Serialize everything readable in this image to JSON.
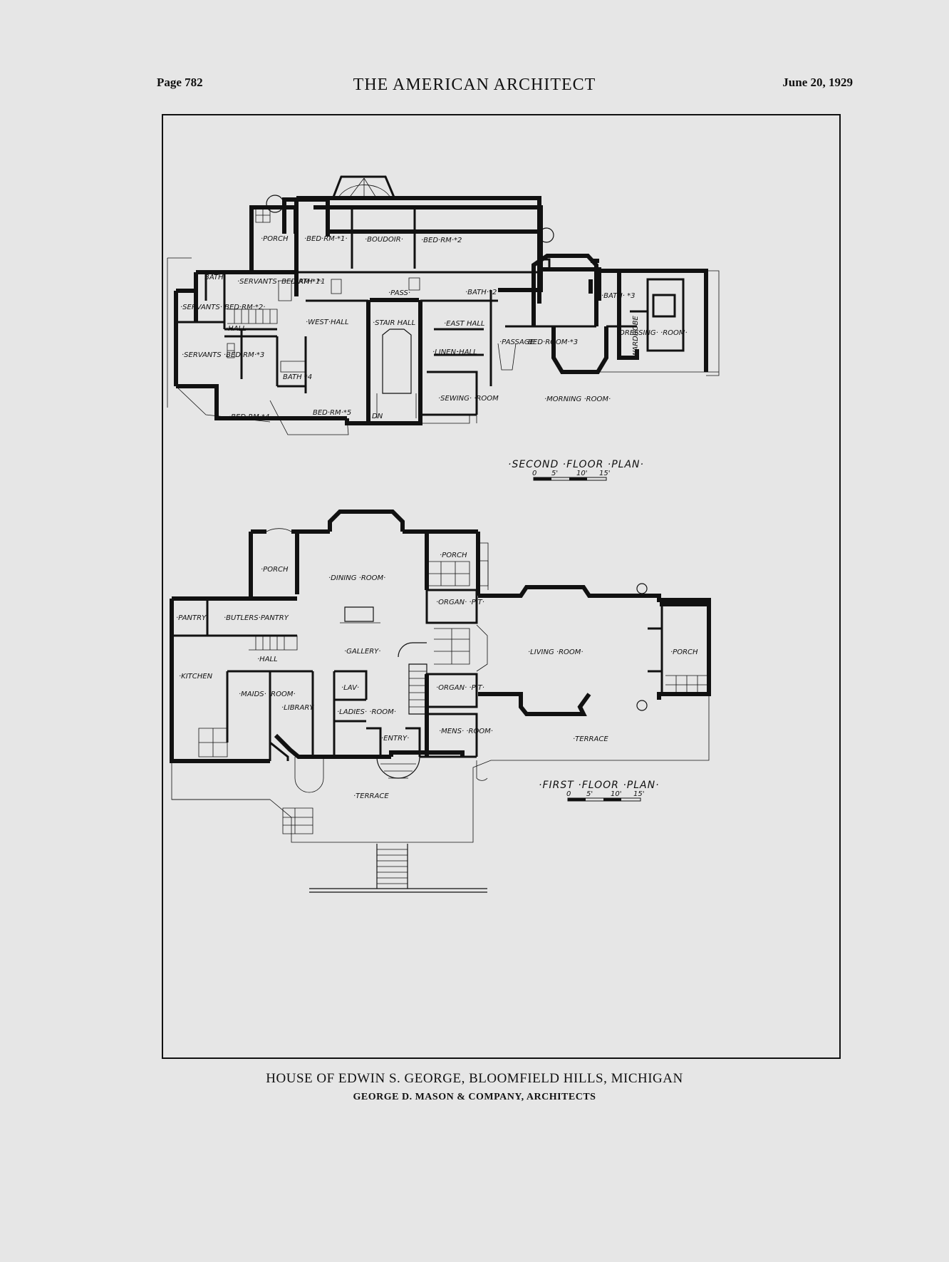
{
  "header": {
    "page": "Page 782",
    "journal": "THE AMERICAN ARCHITECT",
    "date": "June 20, 1929"
  },
  "plans": {
    "second_floor": {
      "title": "·SECOND ·FLOOR ·PLAN·",
      "scale": [
        "0",
        "5'",
        "10'",
        "15'"
      ],
      "rooms": {
        "porch": "·PORCH",
        "bed1": "·BED·RM·*1·",
        "boudoir": "·BOUDOIR·",
        "bed2": "·BED·RM·*2",
        "servants_bed1": "·SERVANTS· BED·RM·*1·",
        "servants_bed2": "·SERVANTS· BED·RM·*2·",
        "servants_bed3": "·SERVANTS ·BED·RM·*3",
        "bath_a": "BATH",
        "bath1": "·BATH· *1",
        "bath2": "·BATH·*2",
        "bath3": "·BATH· *3",
        "bath4": "BATH *4",
        "hall": "·HALL",
        "west_hall": "·WEST·HALL",
        "stair_hall": "·STAIR HALL",
        "east_hall": "·EAST HALL",
        "linen": "·LINEN·",
        "hall2": "·HALL",
        "passage": "·PASSAGE·",
        "bed3": "·BED·ROOM·*3",
        "dressing": "·DRESSING· ·ROOM·",
        "wardrobe": "WARDROBE",
        "morning": "·MORNING ·ROOM·",
        "sewing": "·SEWING· ·ROOM",
        "bed4": "·BED·RM·*4",
        "bed5": "BED·RM·*5",
        "pass": "·PASS·",
        "dn": "DN"
      }
    },
    "first_floor": {
      "title": "·FIRST ·FLOOR ·PLAN·",
      "scale": [
        "0",
        "5'",
        "10'",
        "15'"
      ],
      "rooms": {
        "porch_a": "·PORCH",
        "dining": "·DINING ·ROOM·",
        "porch_b": "·PORCH",
        "organ_a": "·ORGAN· ·PIT·",
        "organ_b": "·ORGAN· ·PIT·",
        "pantry": "·PANTRY",
        "butlers": "·BUTLERS·PANTRY",
        "gallery": "·GALLERY·",
        "kitchen": "·KITCHEN",
        "hall": "·HALL",
        "maids": "·MAIDS· ·ROOM·",
        "library": "·LIBRARY",
        "lav": "·LAV·",
        "ladies": "·LADIES· ·ROOM·",
        "entry": "·ENTRY·",
        "mens": "·MENS· ·ROOM·",
        "living": "·LIVING ·ROOM·",
        "porch_c": "·PORCH",
        "terrace_a": "·TERRACE",
        "terrace_b": "·TERRACE"
      }
    }
  },
  "caption": {
    "title": "HOUSE OF EDWIN S. GEORGE, BLOOMFIELD HILLS, MICHIGAN",
    "architects": "GEORGE D. MASON & COMPANY, ARCHITECTS"
  }
}
